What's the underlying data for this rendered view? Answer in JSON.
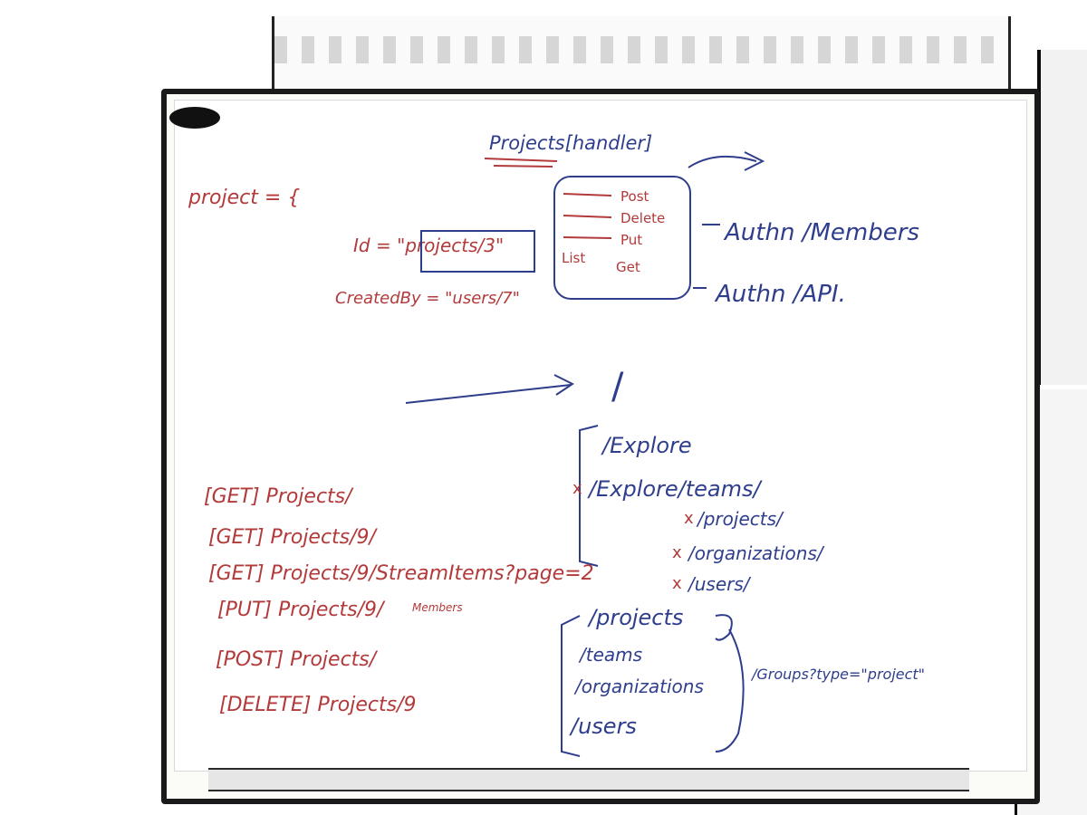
{
  "board": {
    "heading": "Projects[handler]",
    "left_block": {
      "line1": "project = {",
      "line2": "Id = \"projects/3\"",
      "line3": "CreatedBy = \"users/7\""
    },
    "methods": [
      "Post",
      "Delete",
      "Put",
      "List",
      "Get"
    ],
    "method_prefix": "?",
    "auth_members": "Authn /Members",
    "auth_api": "Authn /API.",
    "routes_left": [
      "[GET] Projects/",
      "[GET] Projects/9/",
      "[GET] Projects/9/StreamItems?page=2",
      "[PUT] Projects/9/",
      "[POST] Projects/",
      "[DELETE] Projects/9"
    ],
    "members_note": "Members",
    "root_slash": "/",
    "explore_routes": [
      "/Explore",
      "/Explore/teams/",
      "/projects/",
      "/organizations/",
      "/users/"
    ],
    "explore_marks": [
      "x",
      "x",
      "x",
      "x"
    ],
    "bottom_routes": [
      "/projects",
      "/teams",
      "/organizations",
      "/users"
    ],
    "groups_note": "/Groups?type=\"project\""
  }
}
